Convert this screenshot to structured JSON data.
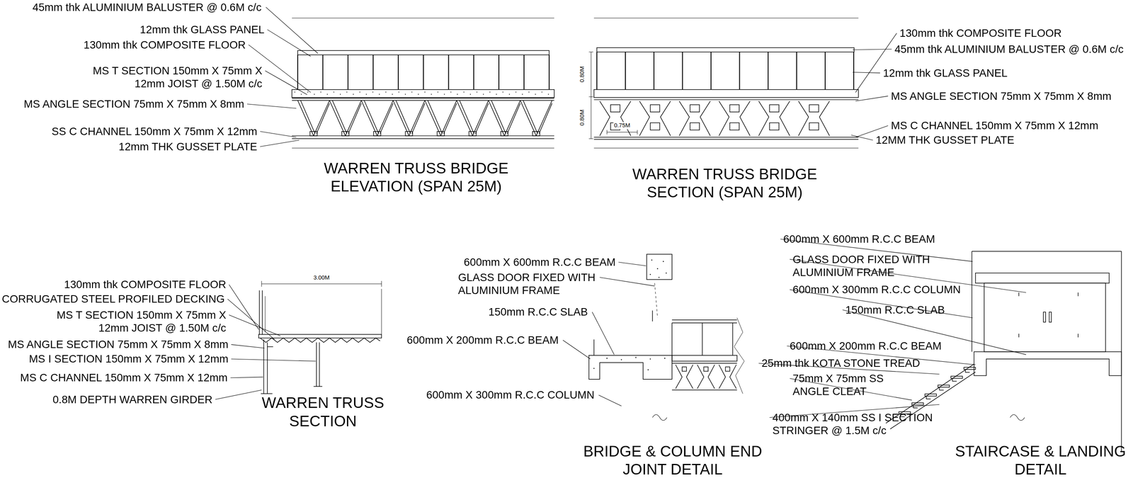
{
  "diagram": {
    "labels": [
      "45mm thk ALUMINIUM BALUSTER @ 0.6M c/c",
      "12mm thk GLASS PANEL",
      "130mm thk COMPOSITE FLOOR",
      "MS T SECTION 150mm X 75mm X 12mm JOIST @ 1.50M c/c",
      "MS ANGLE SECTION 75mm X 75mm X 8mm",
      "SS C CHANNEL 150mm X 75mm X 12mm",
      "12mm THK GUSSET PLATE",
      "WARREN TRUSS BRIDGE ELEVATION (SPAN 25M)",
      "130mm thk COMPOSITE FLOOR",
      "45mm thk ALUMINIUM BALUSTER @ 0.6M c/c",
      "12mm thk GLASS PANEL",
      "MS ANGLE SECTION 75mm X 75mm X 8mm",
      "MS C CHANNEL 150mm X 75mm X 12mm",
      "12MM THK GUSSET PLATE",
      "0.80M",
      "0.80M",
      "0.75M",
      "WARREN TRUSS BRIDGE SECTION (SPAN 25M)",
      "130mm thk COMPOSITE FLOOR",
      "CORRUGATED STEEL PROFILED DECKING",
      "MS T SECTION 150mm X 75mm X 12mm JOIST @ 1.50M c/c",
      "MS ANGLE SECTION 75mm X 75mm X 8mm",
      "MS I SECTION 150mm X 75mm X 12mm",
      "MS C CHANNEL 150mm X 75mm X 12mm",
      "0.8M DEPTH WARREN GIRDER",
      "3.00M",
      "WARREN TRUSS SECTION",
      "600mm X 600mm R.C.C BEAM",
      "GLASS DOOR FIXED WITH ALUMINIUM FRAME",
      "150mm R.C.C SLAB",
      "600mm X 200mm R.C.C BEAM",
      "600mm X 300mm R.C.C COLUMN",
      "BRIDGE & COLUMN END JOINT DETAIL",
      "600mm X 600mm R.C.C BEAM",
      "GLASS DOOR FIXED WITH ALUMINIUM FRAME",
      "600mm X 300mm R.C.C COLUMN",
      "150mm R.C.C SLAB",
      "600mm X 200mm R.C.C BEAM",
      "25mm thk KOTA STONE TREAD",
      "75mm X 75mm SS ANGLE CLEAT",
      "400mm X 140mm SS I SECTION STRINGER @ 1.5M c/c",
      "STAIRCASE & LANDING DETAIL"
    ]
  }
}
